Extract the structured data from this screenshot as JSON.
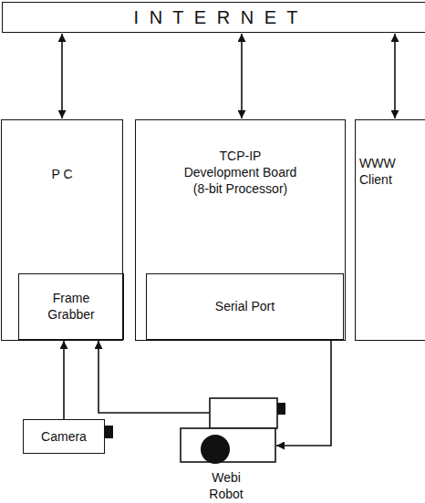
{
  "diagram": {
    "nodes": [
      {
        "text": [
          "I N T E R N E T"
        ]
      },
      {
        "text": [
          "P C"
        ]
      },
      {
        "text": [
          "Frame Grabber"
        ],
        "in": 1
      },
      {
        "text": [
          "TCP-IP Development Board (8-bit Processor)"
        ]
      },
      {
        "text": [
          "Serial Port"
        ],
        "in": 3
      },
      {
        "text": [
          "WWW Client"
        ]
      },
      {
        "text": [
          "Camera"
        ]
      },
      {
        "text": [
          "Webi Robot"
        ]
      }
    ],
    "edges": [
      {
        "from": 0,
        "to": 1,
        "arrow": "both"
      },
      {
        "from": 0,
        "to": 3,
        "arrow": "both"
      },
      {
        "from": 0,
        "to": 5,
        "arrow": "both"
      },
      {
        "from": 6,
        "to": 2,
        "arrow": "to"
      },
      {
        "from": 7,
        "to": 2,
        "arrow": "to"
      },
      {
        "from": 4,
        "to": 7,
        "arrow": "to"
      }
    ]
  }
}
